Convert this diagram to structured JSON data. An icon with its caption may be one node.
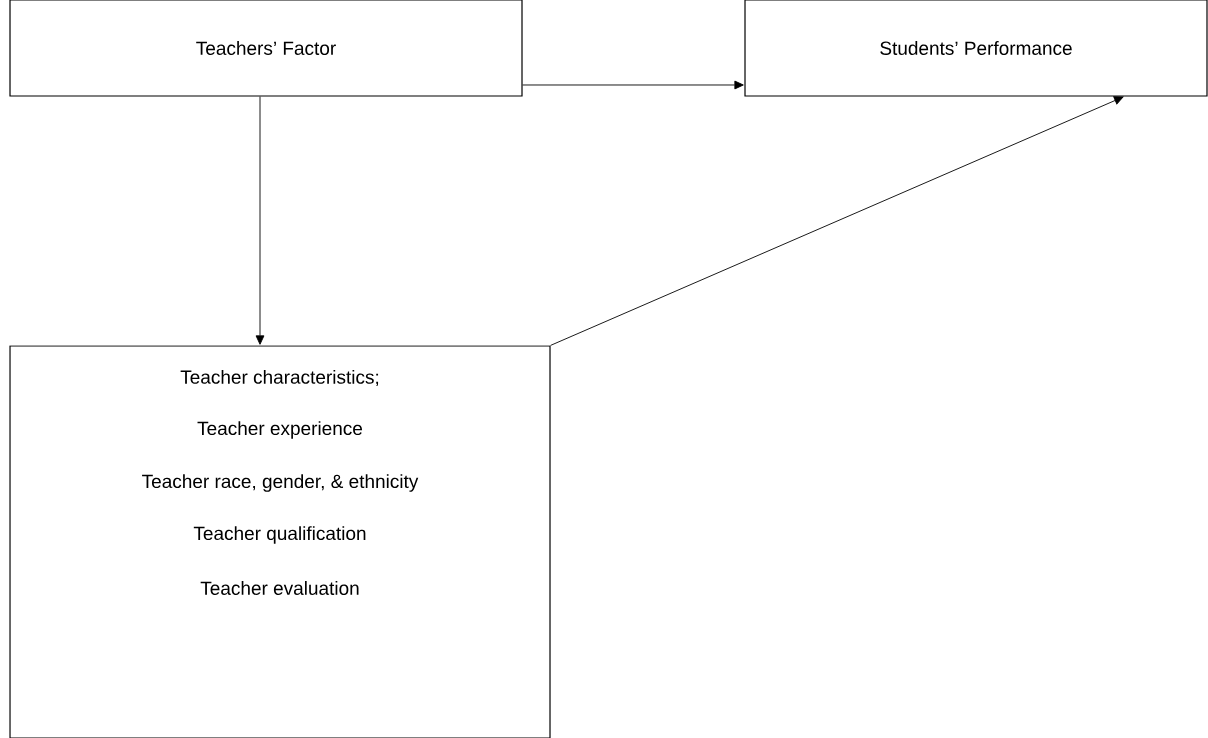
{
  "diagram": {
    "nodes": [
      {
        "text": [
          "Teachers’ Factor"
        ]
      },
      {
        "text": [
          "Students’ Performance"
        ]
      },
      {
        "text": [
          "Teacher characteristics;",
          "Teacher experience",
          "Teacher race, gender, & ethnicity",
          "Teacher qualification",
          "Teacher evaluation"
        ]
      }
    ],
    "edges": [
      {
        "from": 0,
        "to": 1,
        "arrow": "to"
      },
      {
        "from": 0,
        "to": 2,
        "arrow": "to"
      },
      {
        "from": 2,
        "to": 1,
        "arrow": "to"
      }
    ]
  }
}
